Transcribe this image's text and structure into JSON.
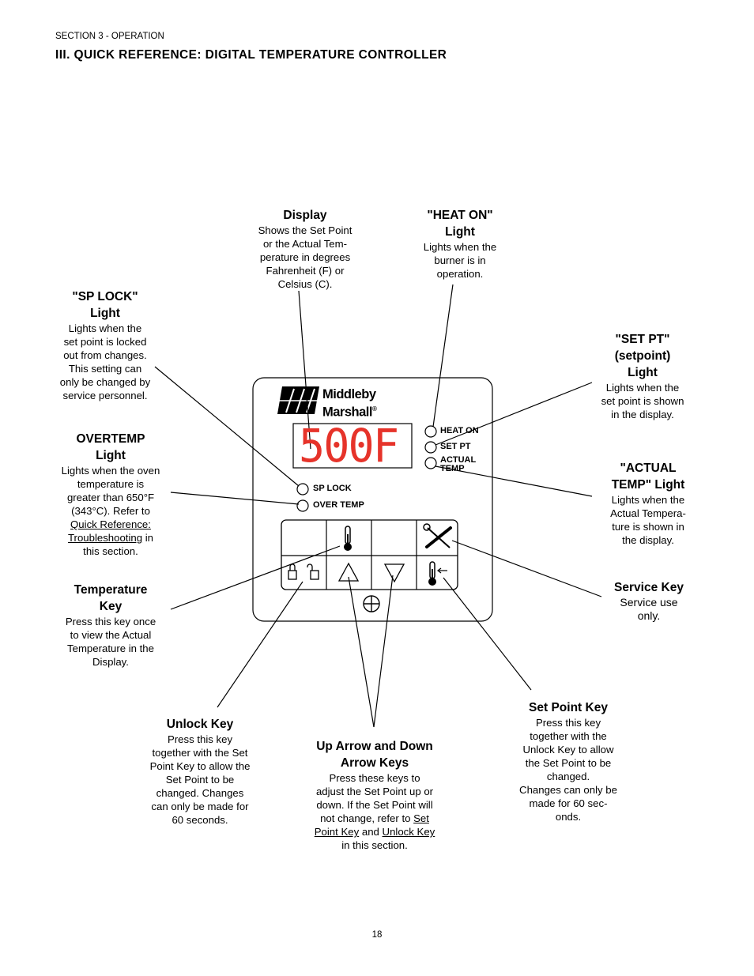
{
  "header": {
    "section": "SECTION 3 - OPERATION",
    "title": "III.  QUICK REFERENCE:   DIGITAL TEMPERATURE CONTROLLER"
  },
  "panel": {
    "brand_line1": "Middleby",
    "brand_line2": "Marshall",
    "registered": "®",
    "display_value": "500F",
    "indicators": {
      "heat_on": "HEAT ON",
      "set_pt": "SET PT",
      "actual_line1": "ACTUAL",
      "actual_line2": "TEMP",
      "sp_lock": "SP LOCK",
      "over_temp": "OVER TEMP"
    }
  },
  "callouts": {
    "display": {
      "title": "Display",
      "body": "Shows the Set Point\nor the Actual Tem-\nperature  in degrees\nFahrenheit (F) or\nCelsius  (C)."
    },
    "heat_on": {
      "title_line1": "\"HEAT ON\"",
      "title_line2": "Light",
      "body": "Lights when the\nburner is in\noperation."
    },
    "sp_lock": {
      "title_line1": "\"SP LOCK\"",
      "title_line2": "Light",
      "body": "Lights when the\nset point is locked\nout from changes.\nThis setting can\nonly be changed by\nservice personnel."
    },
    "set_pt": {
      "title_line1": "\"SET  PT\"",
      "title_line2": "(setpoint)",
      "title_line3": "Light",
      "body": "Lights when the\nset point is shown\nin the display."
    },
    "overtemp": {
      "title_line1": "OVERTEMP",
      "title_line2": "Light",
      "body_pre": "Lights when the oven\ntemperature  is\ngreater  than 650°F\n(343°C).  Refer to",
      "link_line1": "Quick Reference:",
      "link_line2": "Troubleshooting",
      "body_post_inline": " in",
      "body_end": "this section."
    },
    "actual_temp": {
      "title_line1": "\"ACTUAL",
      "title_line2": "TEMP\"  Light",
      "body": "Lights when the\nActual Tempera-\nture is shown in\nthe display."
    },
    "temperature_key": {
      "title_line1": "Temperature",
      "title_line2": "Key",
      "body": "Press this key once\nto view the Actual\nTemperature  in  the\nDisplay."
    },
    "service_key": {
      "title": "Service  Key",
      "body": "Service use\nonly."
    },
    "unlock_key": {
      "title": "Unlock Key",
      "body": "Press this key\ntogether with the Set\nPoint Key to allow the\nSet Point to be\nchanged.   Changes\ncan only be made for\n60  seconds."
    },
    "arrow_keys": {
      "title_line1": "Up Arrow and Down",
      "title_line2": "Arrow Keys",
      "body": "Press these keys to\nadjust the Set Point up or\ndown.  If the Set Point will\nnot change, refer to",
      "link1_part1": "Set",
      "link1_part2": "Point Key",
      "and": " and ",
      "link2": "Unlock Key",
      "end": "in this section."
    },
    "set_point_key": {
      "title": "Set Point Key",
      "body": "Press this key\ntogether with the\nUnlock Key to allow\nthe Set Point to be\nchanged.\nChanges can only be\nmade for 60 sec-\nonds."
    }
  },
  "footer": {
    "page_number": "18"
  },
  "colors": {
    "display_digits": "#e6332a",
    "ink": "#000000"
  }
}
